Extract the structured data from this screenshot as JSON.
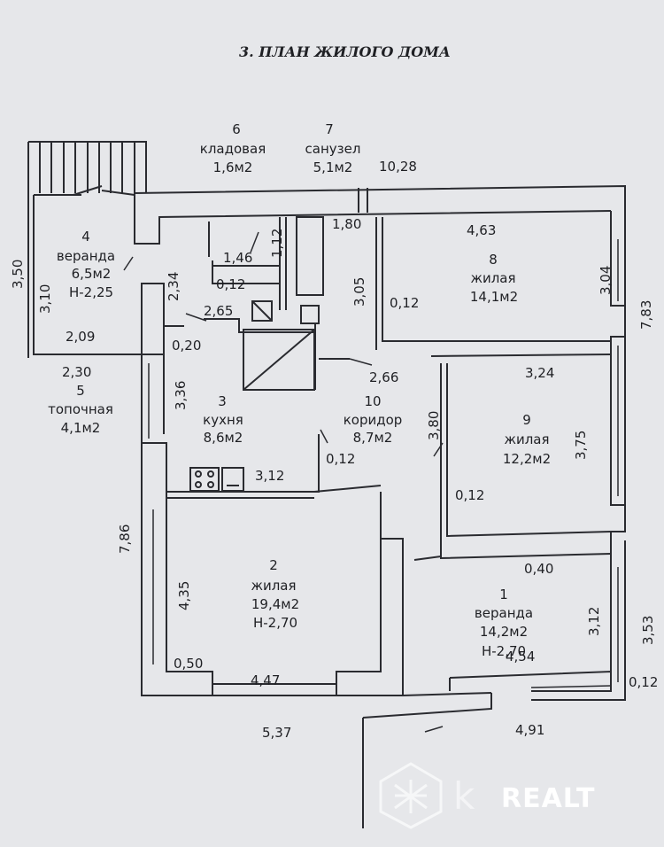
{
  "title": "3. ПЛАН ЖИЛОГО ДОМА",
  "rooms": [
    {
      "num": "1",
      "name": "веранда",
      "area": "14,2м2",
      "height": "Н-2,70"
    },
    {
      "num": "2",
      "name": "жилая",
      "area": "19,4м2",
      "height": "Н-2,70"
    },
    {
      "num": "3",
      "name": "кухня",
      "area": "8,6м2"
    },
    {
      "num": "4",
      "name": "веранда",
      "area": "6,5м2",
      "height": "Н-2,25"
    },
    {
      "num": "5",
      "name": "топочная",
      "area": "4,1м2"
    },
    {
      "num": "6",
      "name": "кладовая",
      "area": "1,6м2"
    },
    {
      "num": "7",
      "name": "санузел",
      "area": "5,1м2"
    },
    {
      "num": "8",
      "name": "жилая",
      "area": "14,1м2"
    },
    {
      "num": "9",
      "name": "жилая",
      "area": "12,2м2"
    },
    {
      "num": "10",
      "name": "коридор",
      "area": "8,7м2"
    }
  ],
  "dimensions": {
    "overall_top": "10,28",
    "d_463": "4,63",
    "d_304": "3,04",
    "d_783": "7,83",
    "d_180": "1,80",
    "d_112": "1,12",
    "d_146": "1,46",
    "d_012_pantry": "0,12",
    "d_305": "3,05",
    "d_012_r8": "0,12",
    "d_350": "3,50",
    "d_310": "3,10",
    "d_234": "2,34",
    "d_265": "2,65",
    "d_209": "2,09",
    "d_020": "0,20",
    "d_230": "2,30",
    "d_266": "2,66",
    "d_324": "3,24",
    "d_336": "3,36",
    "d_380": "3,80",
    "d_375": "3,75",
    "d_012_corr": "0,12",
    "d_312": "3,12",
    "d_012_r9": "0,12",
    "d_786": "7,86",
    "d_040": "0,40",
    "d_435": "4,35",
    "d_312_r1": "3,12",
    "d_353": "3,53",
    "d_050": "0,50",
    "d_447": "4,47",
    "d_454": "4,54",
    "d_012_r1": "0,12",
    "d_537": "5,37",
    "d_491": "4,91"
  },
  "watermark": {
    "brand_k": "k",
    "brand_realt": "REALT"
  }
}
